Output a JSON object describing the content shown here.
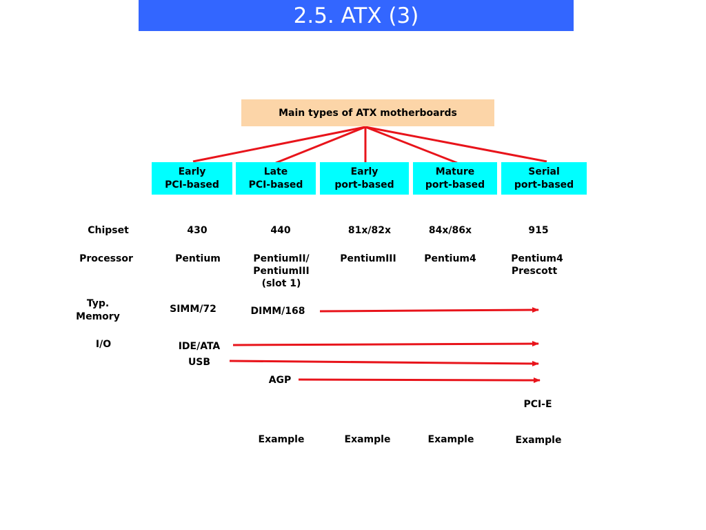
{
  "title": "2.5. ATX (3)",
  "root": "Main types of ATX motherboards",
  "types": [
    {
      "line1": "Early",
      "line2": "PCI-based"
    },
    {
      "line1": "Late",
      "line2": "PCI-based"
    },
    {
      "line1": "Early",
      "line2": "port-based"
    },
    {
      "line1": "Mature",
      "line2": "port-based"
    },
    {
      "line1": "Serial",
      "line2": "port-based"
    }
  ],
  "rows": {
    "chipset": {
      "label": "Chipset",
      "values": [
        "430",
        "440",
        "81x/82x",
        "84x/86x",
        "915"
      ]
    },
    "processor": {
      "label": "Processor",
      "values": [
        "Pentium",
        "PentiumII/",
        "PentiumIII",
        "(slot 1)",
        "PentiumIII",
        "Pentium4",
        "Pentium4",
        "Prescott"
      ]
    },
    "memory": {
      "label_line1": "Typ.",
      "label_line2": "Memory",
      "values": [
        "SIMM/72",
        "DIMM/168"
      ]
    },
    "io": {
      "label": "I/O",
      "values": [
        "IDE/ATA",
        "USB",
        "AGP",
        "PCI-E"
      ]
    }
  },
  "examples": [
    "Example",
    "Example",
    "Example",
    "Example"
  ],
  "colors": {
    "title_bar": "#3366ff",
    "root_box": "#fcd5a8",
    "type_box": "#00ffff",
    "lines": "#e8141b"
  }
}
